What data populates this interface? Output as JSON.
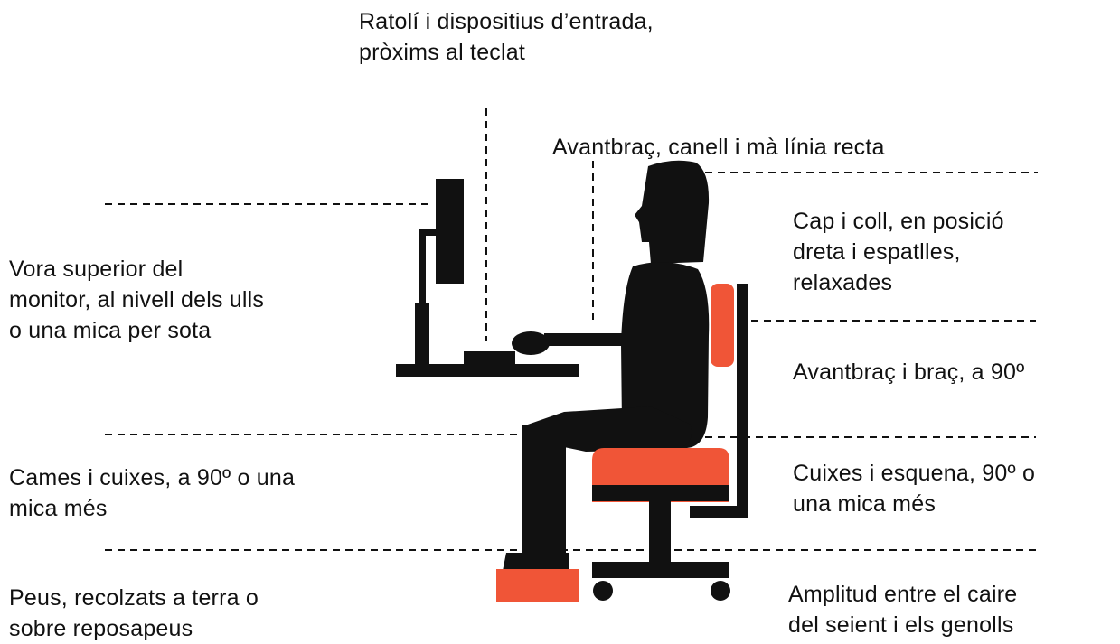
{
  "colors": {
    "figure": "#111111",
    "accent": "#f05537",
    "guide_line": "#111111",
    "background": "#ffffff"
  },
  "labels": {
    "mouse_input": [
      "Ratolí i dispositius d’entrada,",
      "pròxims al teclat"
    ],
    "forearm_wrist_hand": [
      "Avantbraç, canell i mà línia recta"
    ],
    "monitor_edge": [
      "Vora superior del",
      "monitor, al nivell dels ulls",
      "o una mica per sota"
    ],
    "head_neck": [
      "Cap i coll, en posició",
      "dreta i espatlles,",
      "relaxades"
    ],
    "forearm_arm": [
      "Avantbraç i braç, a 90º"
    ],
    "legs_thighs": [
      "Cames i cuixes, a 90º o una",
      "mica més"
    ],
    "thighs_back": [
      "Cuixes i esquena, 90º o",
      "una mica més"
    ],
    "feet": [
      "Peus, recolzats a terra o",
      "sobre reposapeus"
    ],
    "seat_knee_gap": [
      "Amplitud entre el caire",
      "del seient i els genolls"
    ]
  },
  "icons": [
    "monitor-icon",
    "keyboard-icon",
    "mouse-icon",
    "desk-icon",
    "seated-person-icon",
    "office-chair-icon",
    "footrest-icon"
  ]
}
